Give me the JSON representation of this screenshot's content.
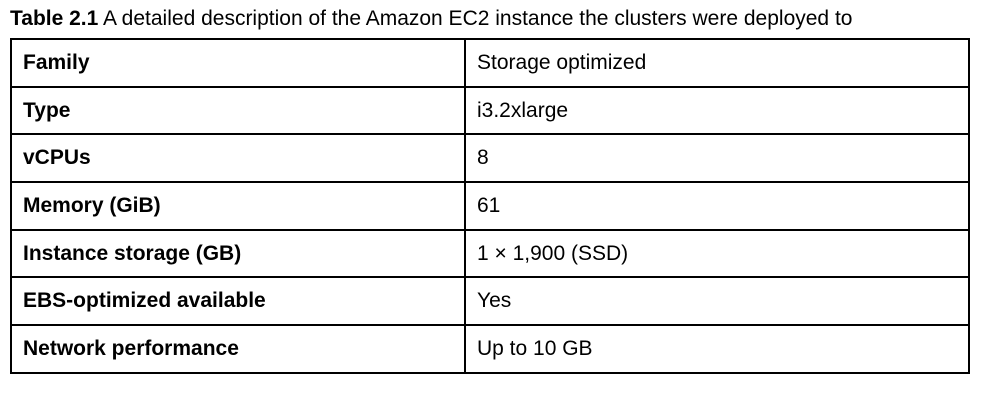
{
  "caption": {
    "label": "Table 2.1",
    "text": " A detailed description of the Amazon EC2 instance the clusters were deployed to"
  },
  "table": {
    "rows": [
      {
        "key": "Family",
        "value": "Storage optimized"
      },
      {
        "key": "Type",
        "value": "i3.2xlarge"
      },
      {
        "key": "vCPUs",
        "value": "8"
      },
      {
        "key": "Memory (GiB)",
        "value": "61"
      },
      {
        "key": "Instance storage (GB)",
        "value": "1 × 1,900 (SSD)"
      },
      {
        "key": "EBS-optimized available",
        "value": "Yes"
      },
      {
        "key": "Network performance",
        "value": "Up to 10 GB"
      }
    ]
  }
}
